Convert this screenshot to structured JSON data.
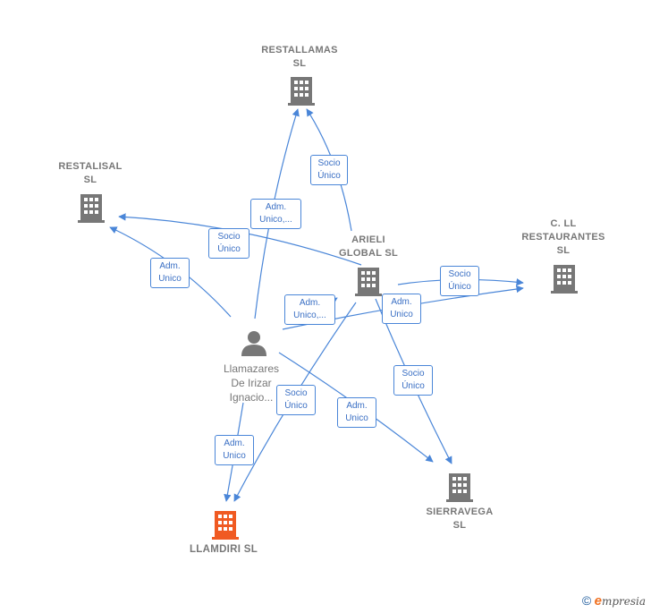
{
  "nodes": {
    "restallamas": {
      "label": "RESTALLAMAS\nSL",
      "type": "company"
    },
    "restalisal": {
      "label": "RESTALISAL\nSL",
      "type": "company"
    },
    "cll": {
      "label": "C. LL\nRESTAURANTES\nSL",
      "type": "company"
    },
    "arieli": {
      "label": "ARIELI\nGLOBAL  SL",
      "type": "company"
    },
    "person": {
      "label": "Llamazares\nDe Irizar\nIgnacio...",
      "type": "person"
    },
    "sierravega": {
      "label": "SIERRAVEGA\nSL",
      "type": "company"
    },
    "llamdiri": {
      "label": "LLAMDIRI  SL",
      "type": "company",
      "highlight": true
    }
  },
  "edges": [
    {
      "id": "e1",
      "label": "Socio\nÚnico",
      "from": "arieli",
      "to": "restallamas"
    },
    {
      "id": "e2",
      "label": "Adm.\nUnico,...",
      "from": "person",
      "to": "restallamas"
    },
    {
      "id": "e3",
      "label": "Socio\nÚnico",
      "from": "arieli",
      "to": "restalisal"
    },
    {
      "id": "e4",
      "label": "Adm.\nUnico",
      "from": "person",
      "to": "restalisal"
    },
    {
      "id": "e5",
      "label": "Socio\nÚnico",
      "from": "arieli",
      "to": "cll"
    },
    {
      "id": "e6",
      "label": "Adm.\nUnico,...",
      "from": "person",
      "to": "arieli"
    },
    {
      "id": "e7",
      "label": "Adm.\nUnico",
      "from": "person",
      "to": "cll"
    },
    {
      "id": "e8",
      "label": "Socio\nÚnico",
      "from": "arieli",
      "to": "sierravega"
    },
    {
      "id": "e9",
      "label": "Socio\nÚnico",
      "from": "arieli",
      "to": "llamdiri"
    },
    {
      "id": "e10",
      "label": "Adm.\nUnico",
      "from": "person",
      "to": "sierravega"
    },
    {
      "id": "e11",
      "label": "Adm.\nUnico",
      "from": "person",
      "to": "llamdiri"
    }
  ],
  "colors": {
    "edge": "#4a86d8",
    "company_icon": "#777777",
    "highlight_icon": "#f05a22",
    "person_icon": "#777777"
  },
  "icons": {
    "company": "building-icon",
    "person": "person-icon"
  },
  "footer": {
    "copyright": "©",
    "brand_initial": "e",
    "brand_rest": "mpresia"
  }
}
